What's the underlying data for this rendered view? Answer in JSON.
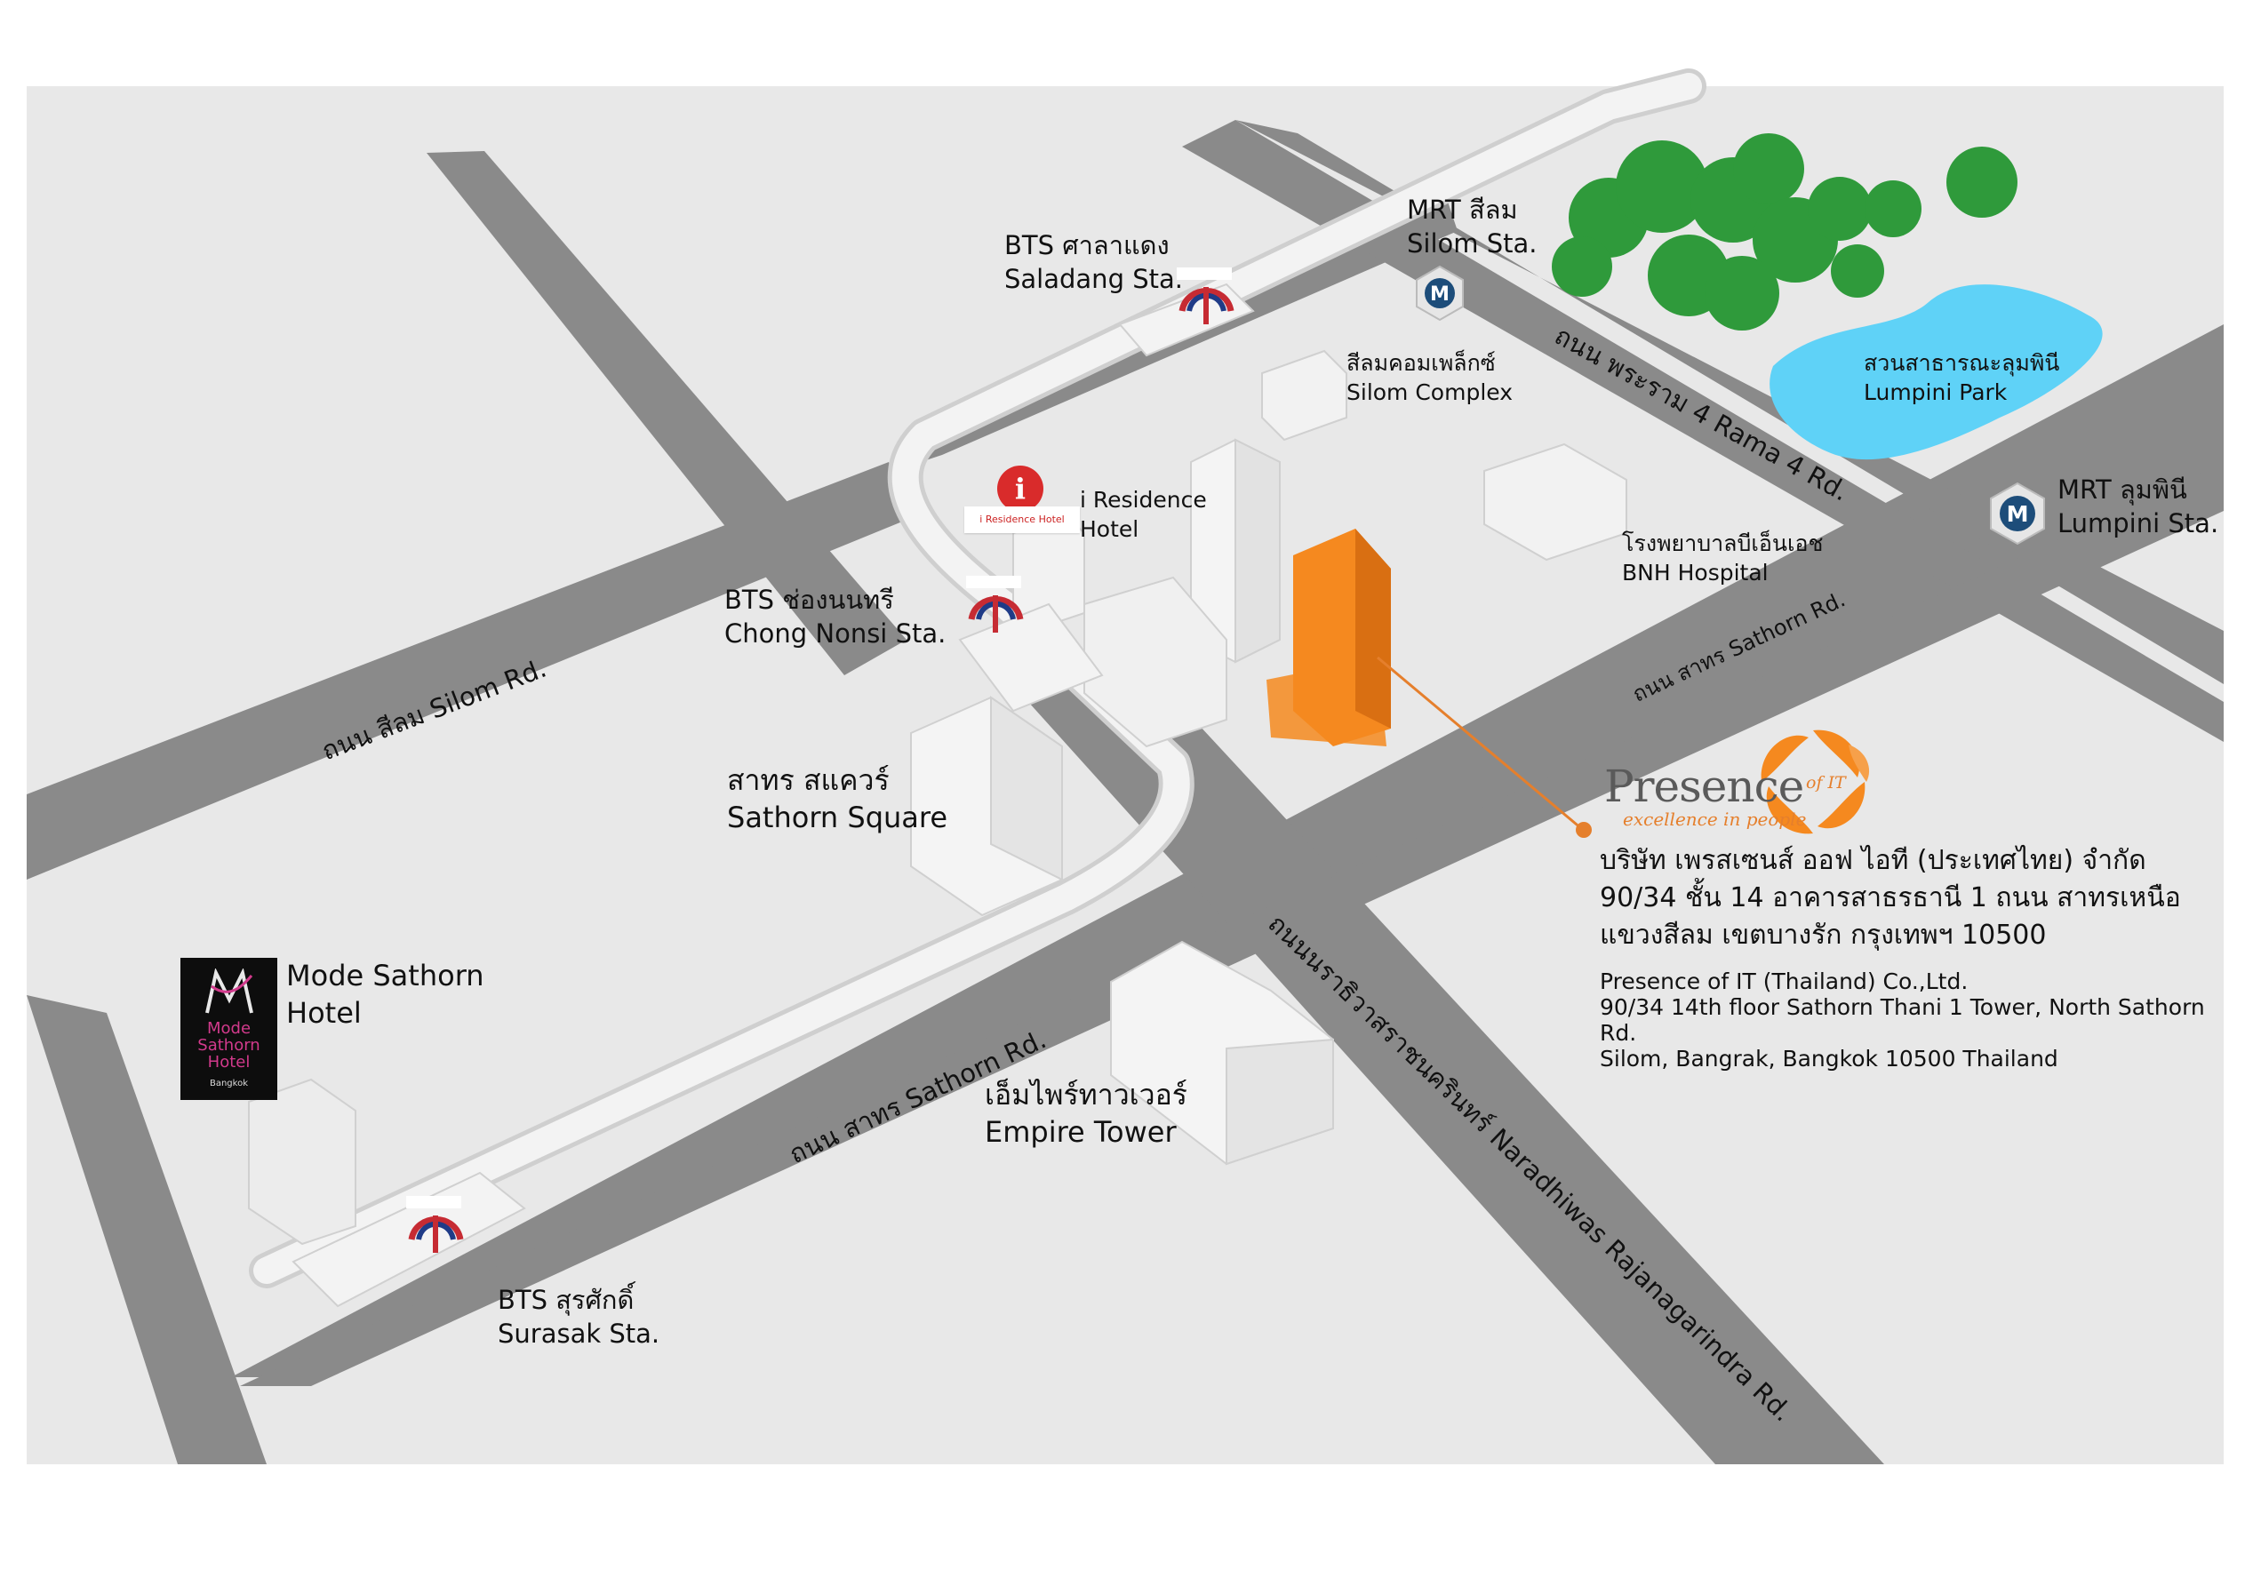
{
  "colors": {
    "ground": "#e8e8e8",
    "road": "#8a8a8a",
    "building": "#f2f2f2",
    "highlight_building": "#f5891f",
    "park_water": "#5fd2f7",
    "trees": "#2f9a3b",
    "bts_red": "#c62b33",
    "bts_blue": "#1f3b87",
    "mrt_blue": "#1d4d7a",
    "presence_orange": "#e57f2c"
  },
  "stations": {
    "saladang": {
      "th": "BTS ศาลาแดง",
      "en": "Saladang Sta.",
      "icon": "bts-icon"
    },
    "silom_mrt": {
      "th": "MRT สีลม",
      "en": "Silom Sta.",
      "icon": "mrt-icon"
    },
    "lumpini_mrt": {
      "th": "MRT ลุมพินี",
      "en": "Lumpini Sta.",
      "icon": "mrt-icon"
    },
    "chong_nonsi": {
      "th": "BTS ช่องนนทรี",
      "en": "Chong Nonsi Sta.",
      "icon": "bts-icon"
    },
    "surasak": {
      "th": "BTS สุรศักดิ์",
      "en": "Surasak Sta.",
      "icon": "bts-icon"
    }
  },
  "landmarks": {
    "silom_complex": {
      "th": "สีลมคอมเพล็กซ์",
      "en": "Silom Complex"
    },
    "lumpini_park": {
      "th": "สวนสาธารณะลุมพินี",
      "en": "Lumpini Park"
    },
    "i_residence": {
      "line1": "i Residence",
      "line2": "Hotel",
      "sign": "i Residence Hotel"
    },
    "bnh": {
      "th": "โรงพยาบาลบีเอ็นเอช",
      "en": "BNH Hospital"
    },
    "sathorn_square": {
      "th": "สาทร สแควร์",
      "en": "Sathorn Square"
    },
    "mode_sathorn": {
      "line1": "Mode Sathorn",
      "line2": "Hotel",
      "logo_lines": [
        "Mode",
        "Sathorn",
        "Hotel"
      ],
      "logo_city": "Bangkok"
    },
    "empire_tower": {
      "th": "เอ็มไพร์ทาวเวอร์",
      "en": "Empire Tower"
    }
  },
  "roads": {
    "silom": "ถนน สีลม Silom Rd.",
    "rama4": "ถนน พระราม 4 Rama 4 Rd.",
    "north_sathorn": "ถนน สาทร Sathorn Rd.",
    "south_sathorn": "ถนน สาทร Sathorn Rd.",
    "naradhiwas": "ถนนนราธิวาสราชนครินทร์ Naradhiwas Rajanagarindra Rd."
  },
  "company": {
    "logo_word": "Presence",
    "logo_ofit": "of IT",
    "logo_tagline": "excellence in people",
    "th_name": "บริษัท เพรสเซนส์ ออฟ ไอที (ประเทศไทย) จำกัด",
    "th_addr1": "90/34 ชั้น 14 อาคารสาธรธานี 1 ถนน สาทรเหนือ",
    "th_addr2": "แขวงสีลม เขตบางรัก กรุงเทพฯ 10500",
    "en_name": "Presence of IT (Thailand) Co.,Ltd.",
    "en_addr1": "90/34 14th floor Sathorn Thani 1 Tower, North Sathorn Rd.",
    "en_addr2": "Silom, Bangrak, Bangkok 10500 Thailand"
  }
}
